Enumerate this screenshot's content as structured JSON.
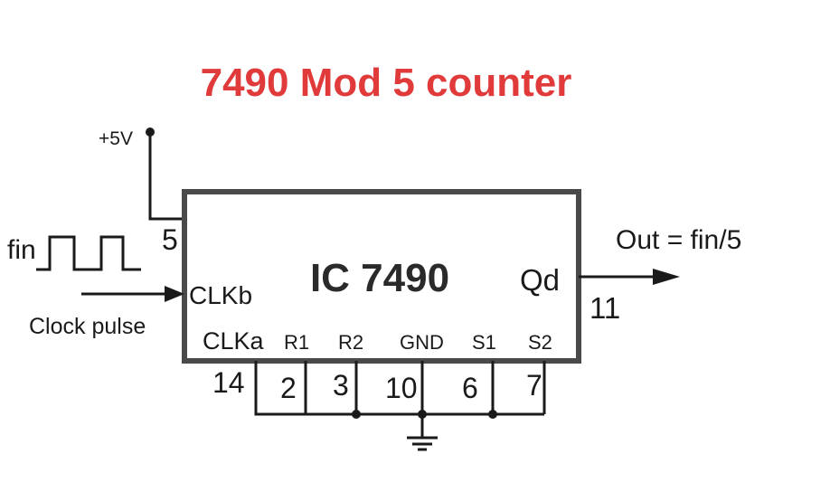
{
  "title": "7490 Mod 5 counter",
  "colors": {
    "title": "#e03a3a",
    "wire": "#1a1a1a"
  },
  "supply": {
    "label": "+5V"
  },
  "ic": {
    "name": "IC 7490",
    "pins": {
      "vcc": {
        "label": "",
        "number": "5"
      },
      "clkb": {
        "label": "CLKb",
        "number": ""
      },
      "qd": {
        "label": "Qd",
        "number": "11"
      },
      "clka": {
        "label": "CLKa",
        "number": "14"
      },
      "r1": {
        "label": "R1",
        "number": "2"
      },
      "r2": {
        "label": "R2",
        "number": "3"
      },
      "gnd": {
        "label": "GND",
        "number": "10"
      },
      "s1": {
        "label": "S1",
        "number": "6"
      },
      "s2": {
        "label": "S2",
        "number": "7"
      }
    }
  },
  "input": {
    "signal_label": "fin",
    "clock_label": "Clock pulse"
  },
  "output": {
    "label": "Out = fin/5"
  }
}
